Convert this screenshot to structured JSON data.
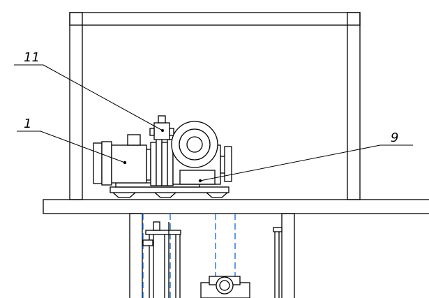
{
  "callouts": [
    {
      "id": "callout-11",
      "label": "11"
    },
    {
      "id": "callout-1",
      "label": "1"
    },
    {
      "id": "callout-9",
      "label": "9"
    }
  ],
  "colors": {
    "lines": "#000000",
    "hidden_lines": "#1f6fd1",
    "background": "#ffffff"
  }
}
